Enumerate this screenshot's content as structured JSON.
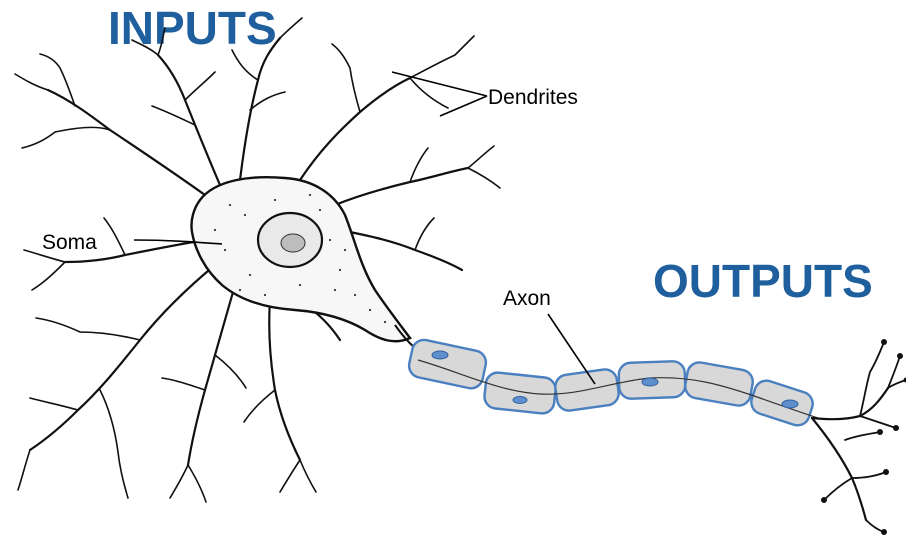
{
  "labels": {
    "inputs": "INPUTS",
    "outputs": "OUTPUTS",
    "dendrites": "Dendrites",
    "soma": "Soma",
    "axon": "Axon"
  },
  "colors": {
    "heading": "#1f5f9e",
    "myelin_fill": "#d8d8d8",
    "myelin_stroke": "#4a7fc0",
    "cell_fill": "#f7f7f7"
  }
}
